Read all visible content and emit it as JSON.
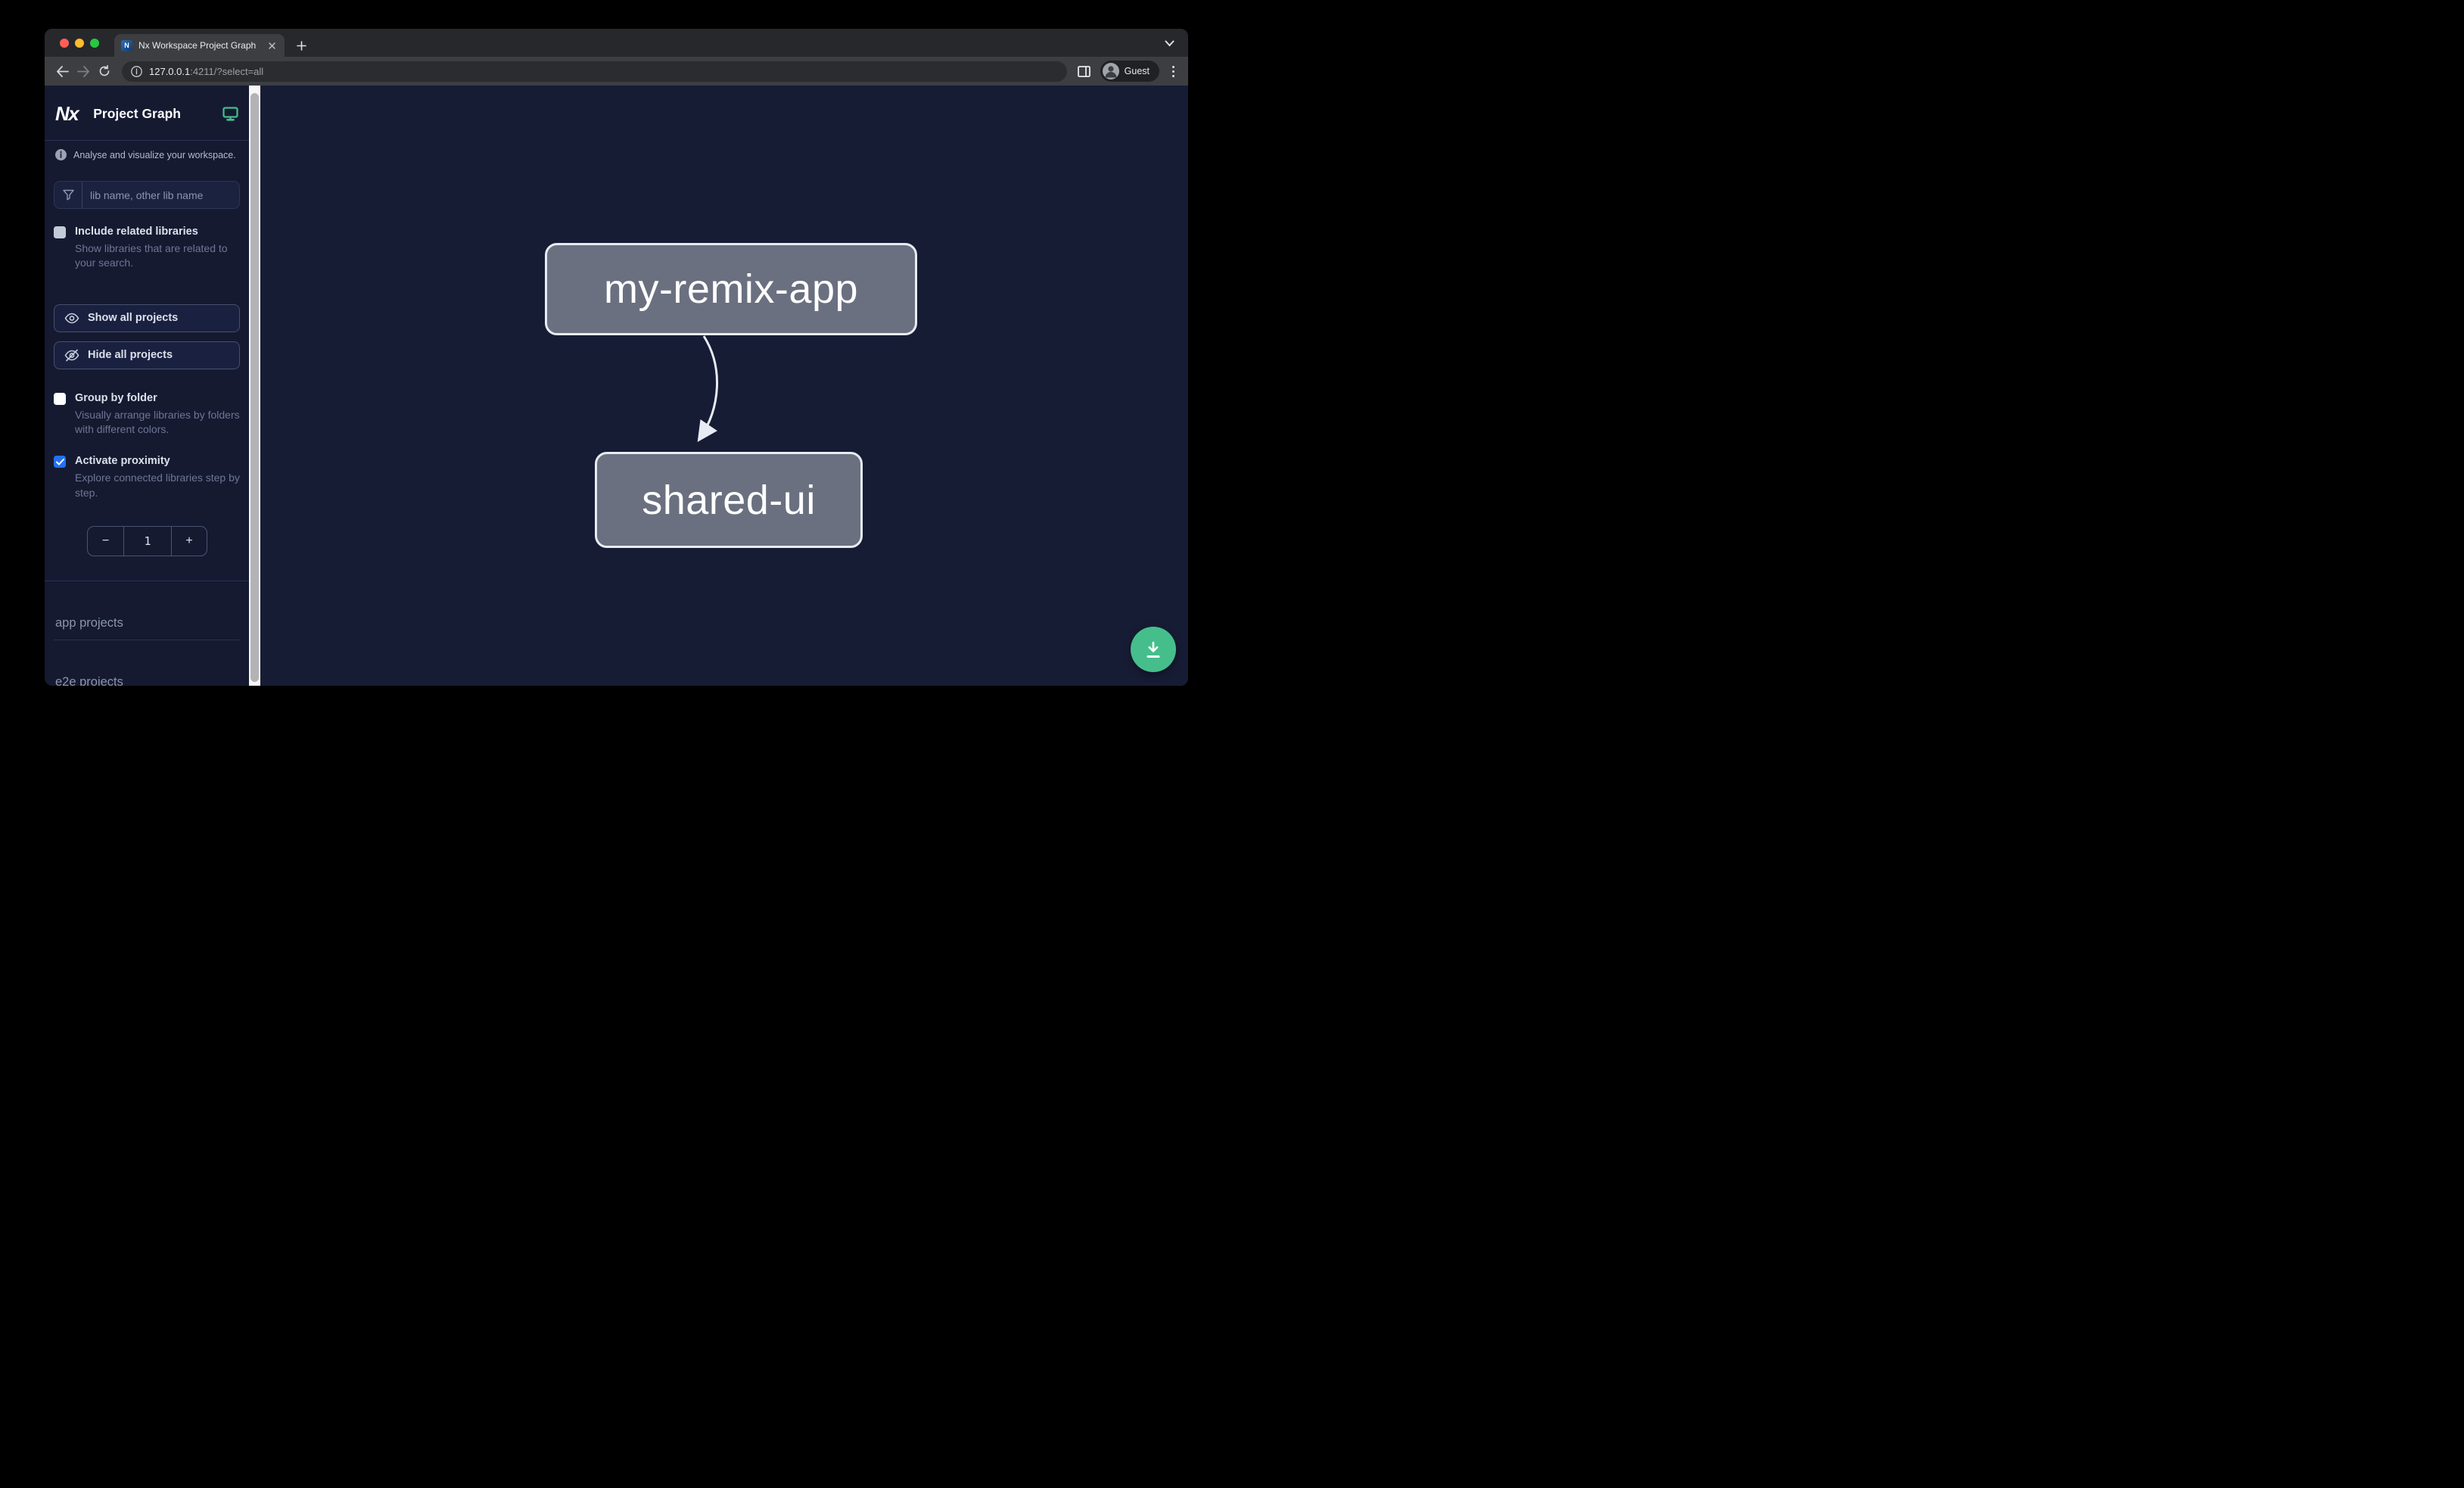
{
  "browser": {
    "tab": {
      "title": "Nx Workspace Project Graph"
    },
    "url": {
      "host": "127.0.0.1",
      "rest": ":4211/?select=all"
    },
    "profile_label": "Guest"
  },
  "sidebar": {
    "logo_text": "Nx",
    "title": "Project Graph",
    "info_text": "Analyse and visualize your workspace.",
    "filter": {
      "placeholder": "lib name, other lib name"
    },
    "checkboxes": [
      {
        "label": "Include related libraries",
        "description": "Show libraries that are related to your search.",
        "checked": false
      },
      {
        "label": "Group by folder",
        "description": "Visually arrange libraries by folders with different colors.",
        "checked": false
      },
      {
        "label": "Activate proximity",
        "description": "Explore connected libraries step by step.",
        "checked": true
      }
    ],
    "buttons": [
      {
        "label": "Show all projects"
      },
      {
        "label": "Hide all projects"
      }
    ],
    "stepper": {
      "decrement": "−",
      "value": "1",
      "increment": "+"
    },
    "sections": [
      {
        "label": "app projects"
      },
      {
        "label": "e2e projects"
      }
    ]
  },
  "graph": {
    "nodes": [
      {
        "label": "my-remix-app"
      },
      {
        "label": "shared-ui"
      }
    ],
    "edges": [
      {
        "from": "my-remix-app",
        "to": "shared-ui"
      }
    ]
  },
  "colors": {
    "accent_green": "#45be8c",
    "accent_blue": "#2471ee",
    "node_fill": "#6b7080",
    "node_border": "#e7ebf3"
  }
}
